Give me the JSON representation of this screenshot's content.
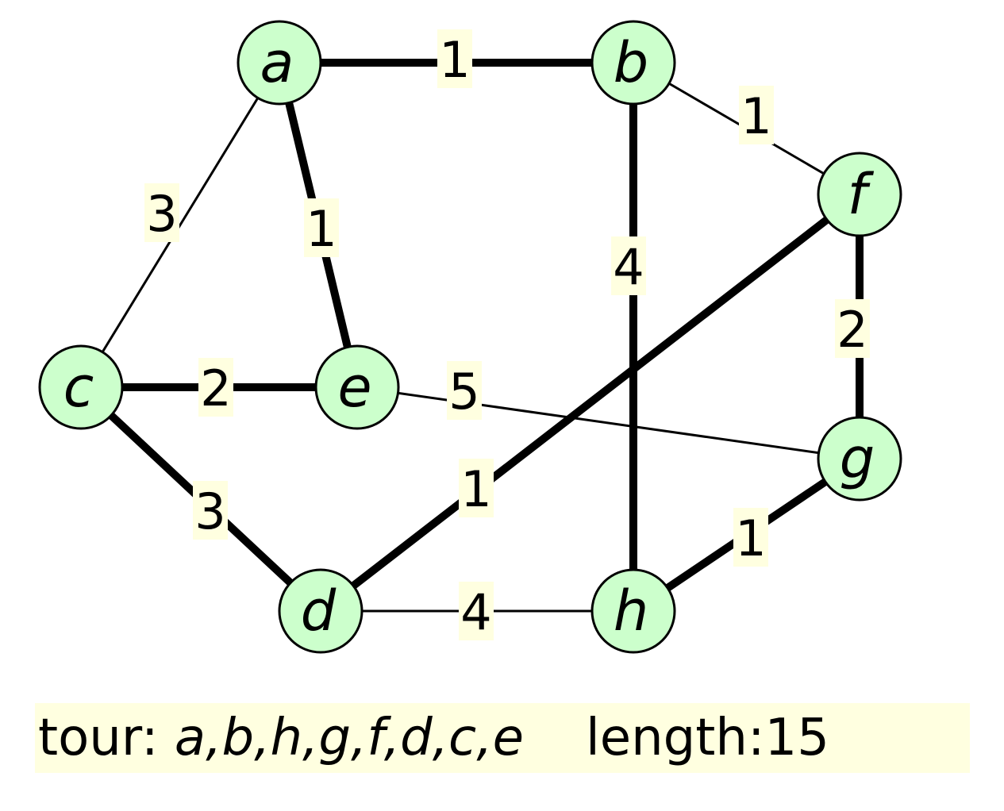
{
  "nodes": [
    {
      "id": "a",
      "label": "a"
    },
    {
      "id": "b",
      "label": "b"
    },
    {
      "id": "c",
      "label": "c"
    },
    {
      "id": "d",
      "label": "d"
    },
    {
      "id": "e",
      "label": "e"
    },
    {
      "id": "f",
      "label": "f"
    },
    {
      "id": "g",
      "label": "g"
    },
    {
      "id": "h",
      "label": "h"
    }
  ],
  "edges": [
    {
      "from": "a",
      "to": "b",
      "weight": "1",
      "in_tour": true
    },
    {
      "from": "b",
      "to": "f",
      "weight": "1",
      "in_tour": false
    },
    {
      "from": "a",
      "to": "c",
      "weight": "3",
      "in_tour": false
    },
    {
      "from": "a",
      "to": "e",
      "weight": "1",
      "in_tour": true
    },
    {
      "from": "b",
      "to": "h",
      "weight": "4",
      "in_tour": true
    },
    {
      "from": "f",
      "to": "g",
      "weight": "2",
      "in_tour": true
    },
    {
      "from": "c",
      "to": "e",
      "weight": "2",
      "in_tour": true
    },
    {
      "from": "e",
      "to": "g",
      "weight": "5",
      "in_tour": false
    },
    {
      "from": "d",
      "to": "f",
      "weight": "1",
      "in_tour": true
    },
    {
      "from": "c",
      "to": "d",
      "weight": "3",
      "in_tour": true
    },
    {
      "from": "g",
      "to": "h",
      "weight": "1",
      "in_tour": true
    },
    {
      "from": "d",
      "to": "h",
      "weight": "4",
      "in_tour": false
    }
  ],
  "caption": {
    "tour_label": "tour: ",
    "tour_sequence": "a,b,h,g,f,d,c,e",
    "length_label": "length:",
    "length_value": "15"
  },
  "colors": {
    "node_fill": "#ccffcc",
    "label_background": "#ffffe0",
    "line": "#000000"
  }
}
